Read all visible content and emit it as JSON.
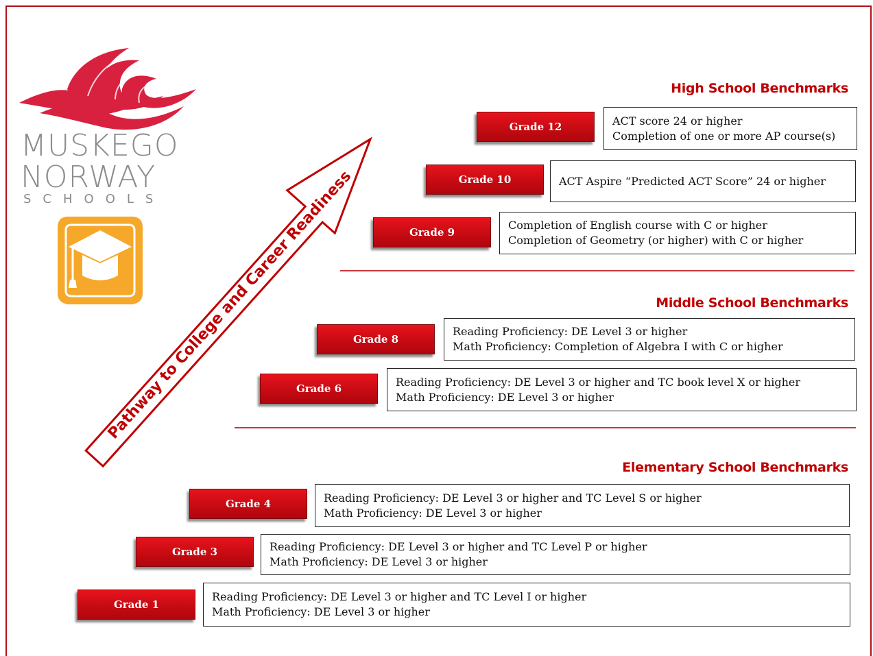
{
  "logo": {
    "line1": "MUSKEGO",
    "line2": "NORWAY",
    "line3": "SCHOOLS"
  },
  "icons": {
    "logo_wave": "wave-icon",
    "graduation": "graduation-cap-icon",
    "arrow": "arrow-icon"
  },
  "colors": {
    "accent": "#c00000",
    "grade_button": "#d10f17",
    "icon_orange": "#f5a82a"
  },
  "arrow_label": "Pathway to College and Career Readiness",
  "sections": {
    "high": {
      "title": "High School Benchmarks",
      "grades": [
        {
          "label": "Grade 12",
          "lines": [
            "ACT score 24 or higher",
            "Completion of one or more AP course(s)"
          ]
        },
        {
          "label": "Grade 10",
          "lines": [
            "ACT Aspire “Predicted ACT Score” 24 or higher"
          ]
        },
        {
          "label": "Grade 9",
          "lines": [
            "Completion of English course with C or higher",
            "Completion of Geometry (or higher) with C or higher"
          ]
        }
      ]
    },
    "middle": {
      "title": "Middle School Benchmarks",
      "grades": [
        {
          "label": "Grade 8",
          "lines": [
            "Reading Proficiency: DE Level 3 or higher",
            "Math Proficiency: Completion of Algebra I with C or higher"
          ]
        },
        {
          "label": "Grade 6",
          "lines": [
            "Reading Proficiency: DE Level 3 or higher and TC book level X or higher",
            "Math Proficiency: DE Level 3 or higher"
          ]
        }
      ]
    },
    "elementary": {
      "title": "Elementary School Benchmarks",
      "grades": [
        {
          "label": "Grade 4",
          "lines": [
            "Reading Proficiency: DE Level 3 or higher and TC Level S or higher",
            "Math Proficiency: DE Level 3 or higher"
          ]
        },
        {
          "label": "Grade 3",
          "lines": [
            "Reading Proficiency: DE Level 3 or higher and TC Level P or higher",
            "Math Proficiency: DE Level 3 or higher"
          ]
        },
        {
          "label": "Grade 1",
          "lines": [
            "Reading Proficiency: DE Level 3 or higher and TC Level I or higher",
            "Math Proficiency: DE Level 3 or higher"
          ]
        }
      ]
    }
  }
}
